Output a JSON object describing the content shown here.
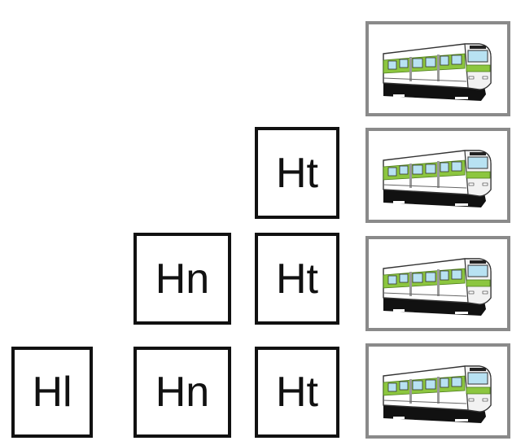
{
  "labels": {
    "ht": "Ht",
    "hn": "Hn",
    "hl": "Hl"
  },
  "icons": {
    "train": "train-icon"
  },
  "colors": {
    "tile_border": "#111111",
    "frame_border": "#8a8a8a",
    "train_stripe": "#8cc63f",
    "train_body": "#ffffff",
    "train_window": "#b8e2f2",
    "train_skirt": "#111111"
  }
}
